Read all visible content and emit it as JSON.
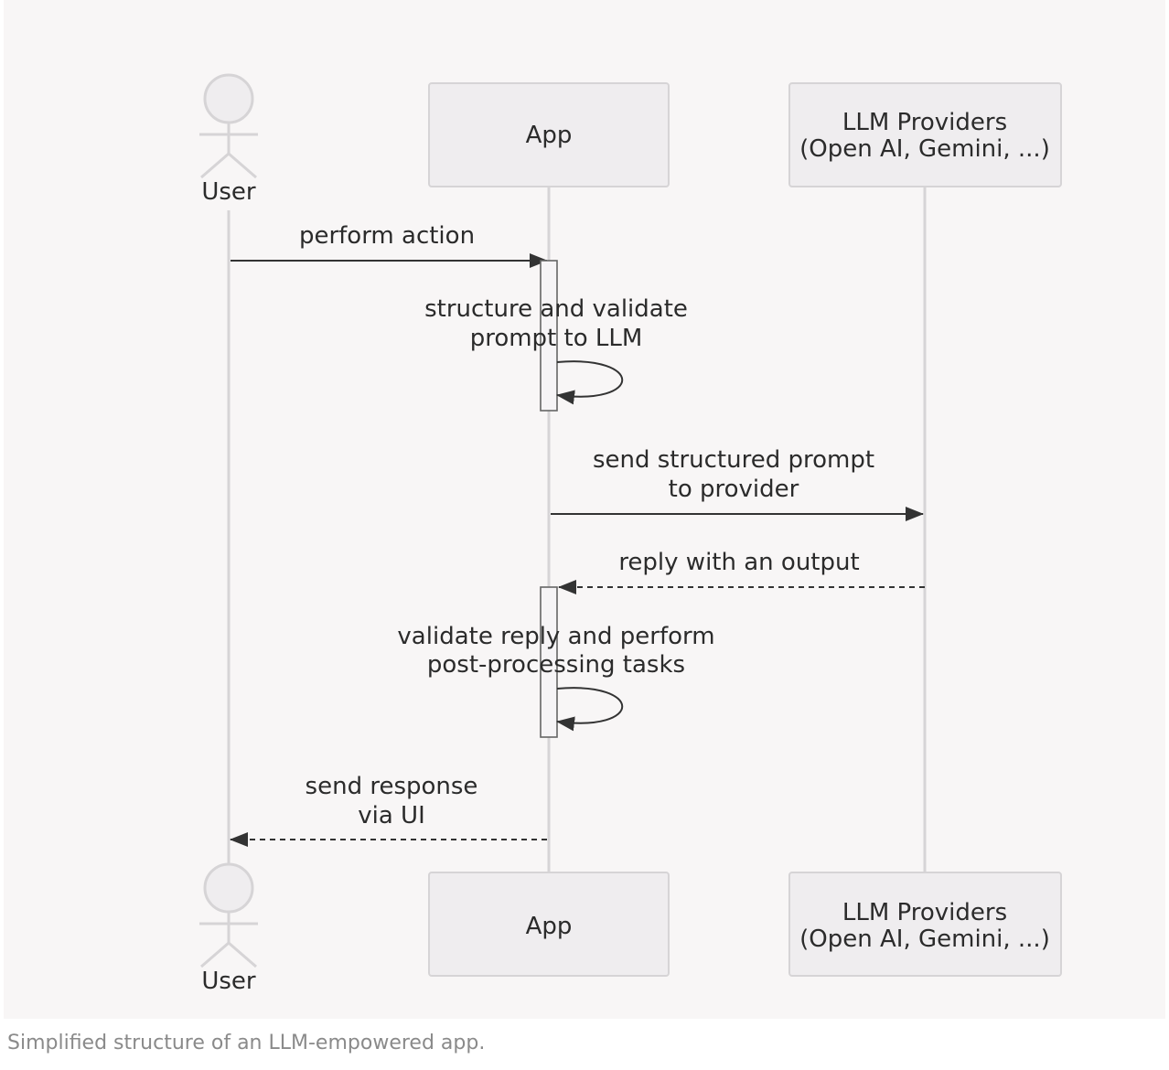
{
  "participants": {
    "user": "User",
    "app": "App",
    "llm_line1": "LLM Providers",
    "llm_line2": "(Open AI, Gemini, ...)"
  },
  "messages": [
    {
      "from": "User",
      "to": "App",
      "style": "solid",
      "lines": [
        "perform action"
      ]
    },
    {
      "from": "App",
      "to": "App",
      "style": "self",
      "lines": [
        "structure and validate",
        "prompt to LLM"
      ]
    },
    {
      "from": "App",
      "to": "LLM Providers",
      "style": "solid",
      "lines": [
        "send structured prompt",
        "to provider"
      ]
    },
    {
      "from": "LLM Providers",
      "to": "App",
      "style": "dashed",
      "lines": [
        "reply with an output"
      ]
    },
    {
      "from": "App",
      "to": "App",
      "style": "self",
      "lines": [
        "validate reply and perform",
        "post-processing tasks"
      ]
    },
    {
      "from": "App",
      "to": "User",
      "style": "dashed",
      "lines": [
        "send response",
        "via UI"
      ]
    }
  ],
  "caption": "Simplified structure of an LLM-empowered app."
}
